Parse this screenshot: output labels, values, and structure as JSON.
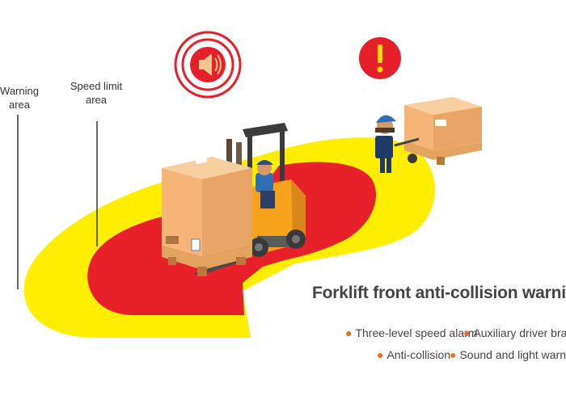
{
  "labels": {
    "warning_area": "Warning area",
    "speed_limit_area": "Speed limit area"
  },
  "title": "Forklift front anti-collision warning",
  "features": [
    "Three-level speed alarm",
    "Auxiliary driver brake",
    "Anti-collision",
    "Sound and light warning"
  ],
  "icons": {
    "sound_alarm": "speaker-icon",
    "warning": "exclamation-icon"
  },
  "colors": {
    "warning_zone": "#ffee00",
    "speed_zone": "#e8202a",
    "alarm_red": "#e5202a",
    "bullet": "#f26a21",
    "box": "#f6c48e",
    "forklift": "#f7a21b"
  }
}
